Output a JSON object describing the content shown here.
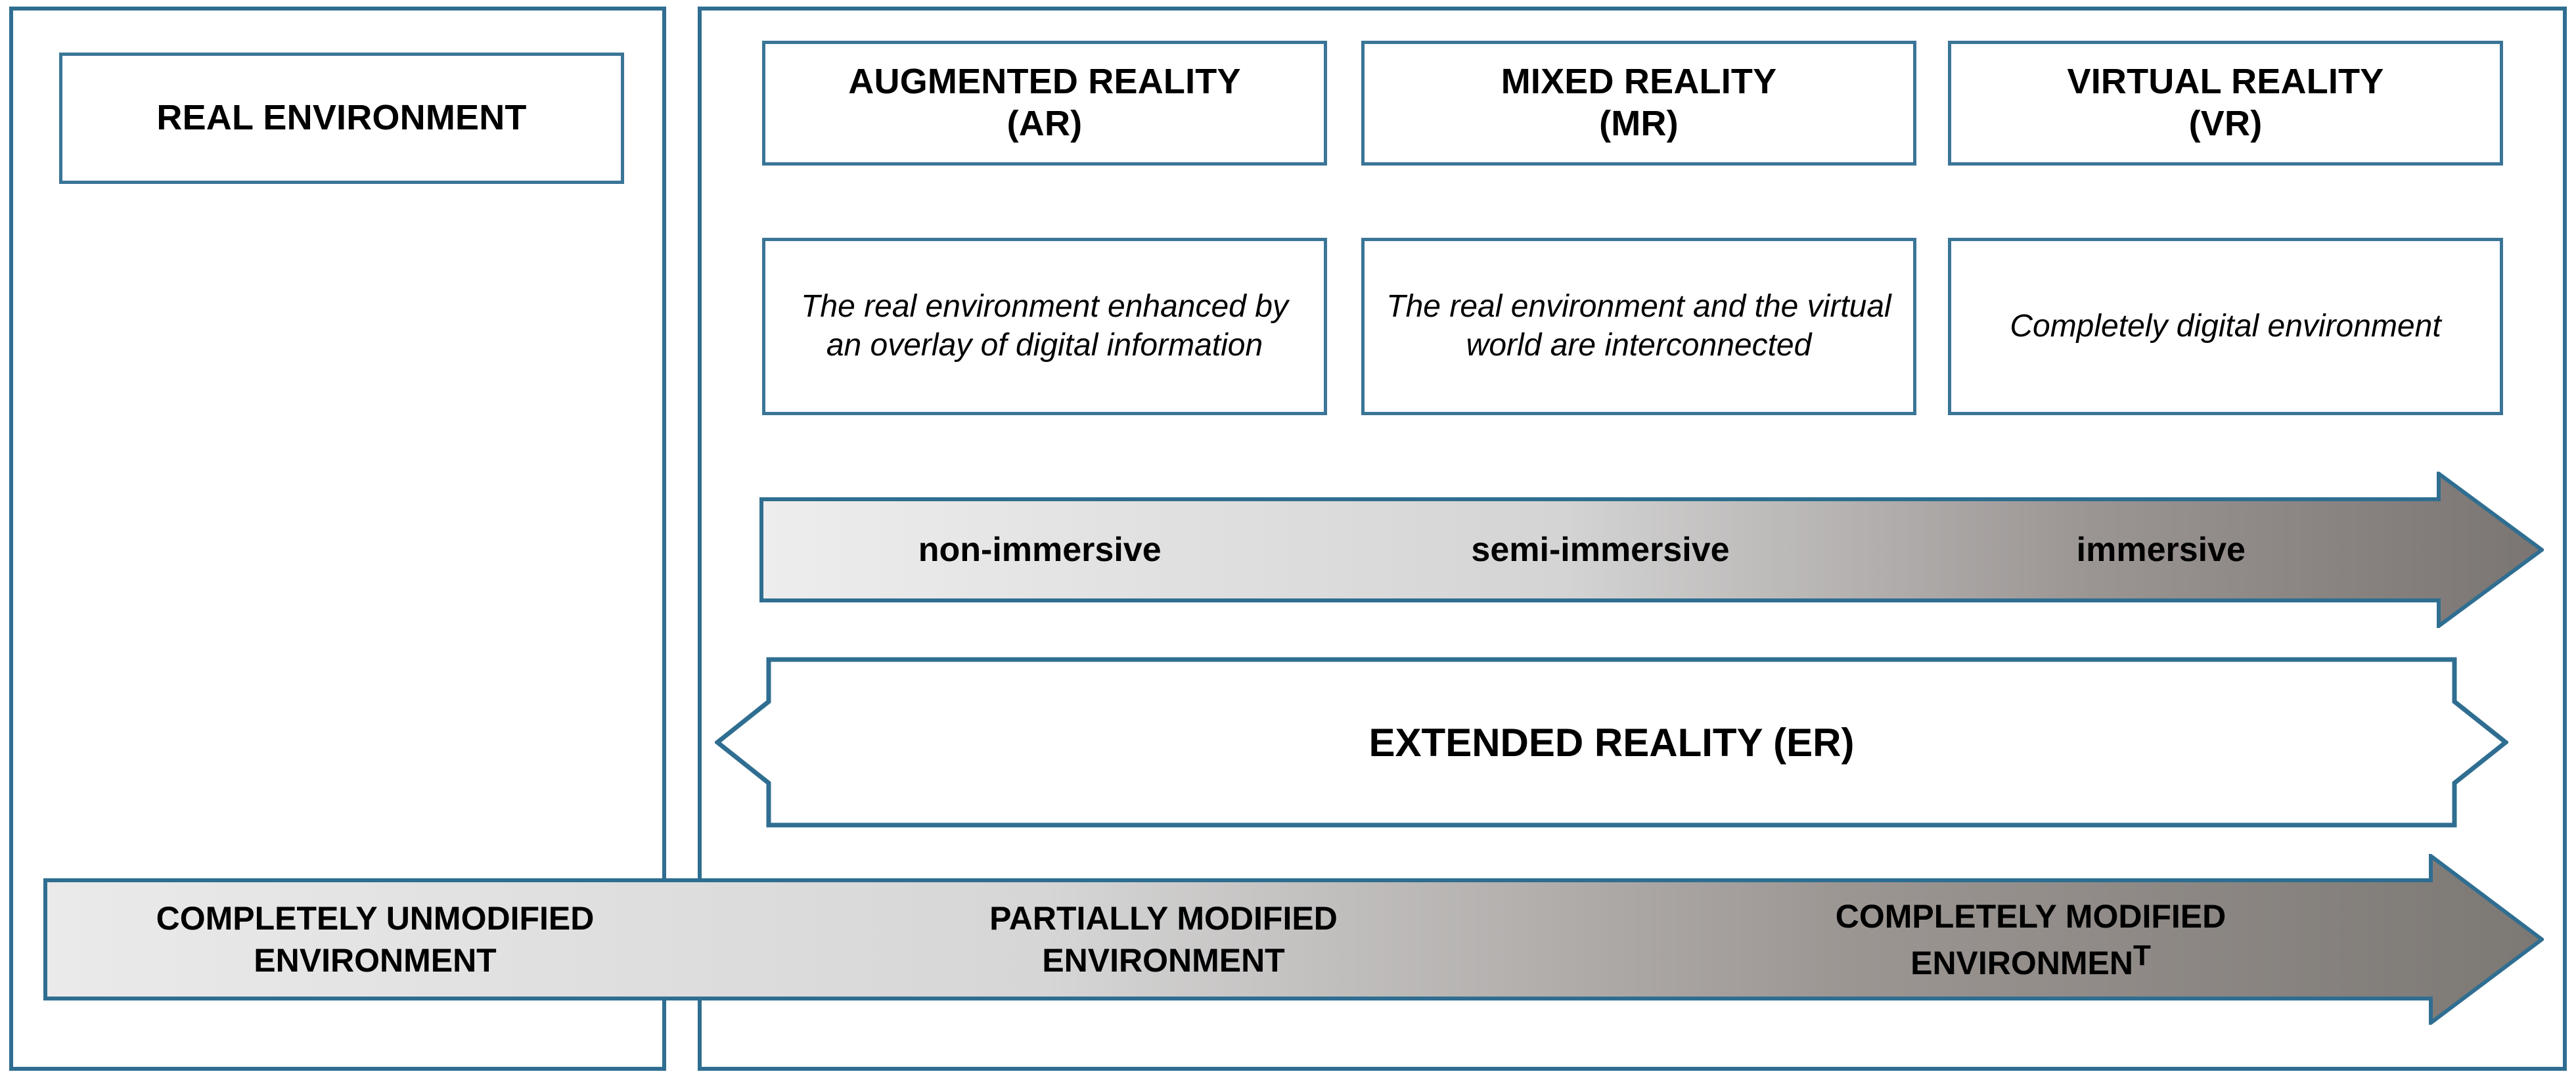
{
  "diagram": {
    "title": "Reality-Virtuality continuum: Real Environment vs Extended Reality",
    "accent_color": "#2F6E91",
    "box_border_color": "#3A7597",
    "gradient_start": "#ECECEC",
    "gradient_end": "#7D7975"
  },
  "left_panel": {
    "real_environment_label": "REAL ENVIRONMENT"
  },
  "right_panel": {
    "columns": [
      {
        "key": "ar",
        "title_line1": "AUGMENTED REALITY",
        "title_line2": "(AR)",
        "description": "The real environment enhanced by an overlay of digital information"
      },
      {
        "key": "mr",
        "title_line1": "MIXED REALITY",
        "title_line2": "(MR)",
        "description": "The real environment and the virtual world are interconnected"
      },
      {
        "key": "vr",
        "title_line1": "VIRTUAL REALITY",
        "title_line2": "(VR)",
        "description": "Completely digital environment"
      }
    ],
    "immersion_arrow": {
      "labels": [
        "non-immersive",
        "semi-immersive",
        "immersive"
      ],
      "direction": "right"
    },
    "extended_reality": {
      "label": "EXTENDED REALITY (ER)",
      "shape": "double-headed-arrow"
    }
  },
  "modification_arrow": {
    "direction": "right",
    "labels": [
      {
        "line1": "COMPLETELY UNMODIFIED",
        "line2": "ENVIRONMENT",
        "line2_tail": ""
      },
      {
        "line1": "PARTIALLY MODIFIED",
        "line2": "ENVIRONMENT",
        "line2_tail": ""
      },
      {
        "line1": "COMPLETELY MODIFIED",
        "line2": "ENVIRONMEN",
        "line2_tail": "T"
      }
    ]
  }
}
